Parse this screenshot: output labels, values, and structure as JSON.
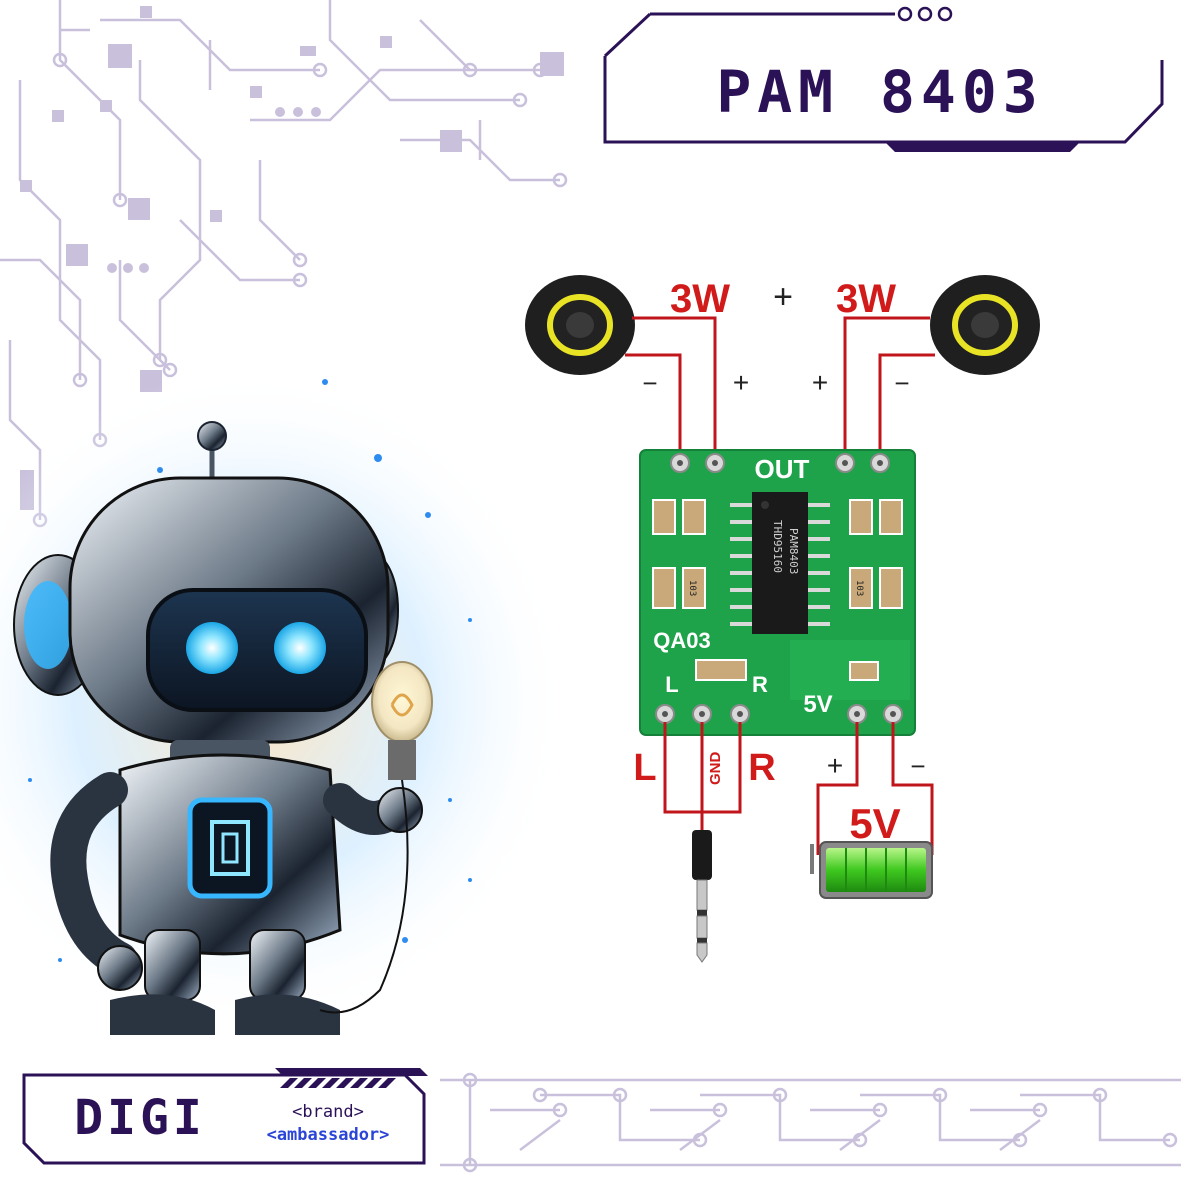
{
  "title": "PAM 8403",
  "diagram": {
    "left_speaker_power": "3W",
    "right_speaker_power": "3W",
    "plus_between": "+",
    "minus_sign": "−",
    "plus_sign": "+",
    "board_out_label": "OUT",
    "board_chip_label": "QA03",
    "board_l": "L",
    "board_r": "R",
    "board_5v": "5V",
    "ic_line1": "PAM8403",
    "ic_line2": "THD95160",
    "cap_label": "103",
    "input_left": "L",
    "input_gnd": "GND",
    "input_right": "R",
    "supply_label": "5V"
  },
  "badge": {
    "name": "DIGI",
    "line1": "<brand>",
    "line2": "<ambassador>"
  },
  "colors": {
    "frame": "#2b1257",
    "wire": "#c0161b",
    "pcb": "#1fa34a",
    "circuit_trace": "#c9c1dc"
  }
}
